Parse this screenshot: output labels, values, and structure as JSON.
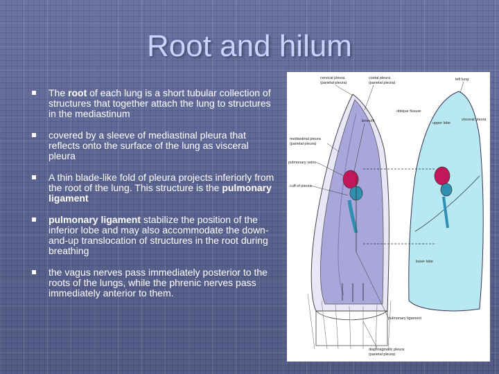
{
  "slide": {
    "title": "Root and hilum",
    "bullets": [
      {
        "pre": "The ",
        "bold": "root",
        "post": " of each lung is a short tubular collection of structures that together attach the lung to structures in the mediastinum"
      },
      {
        "pre": "covered by a sleeve of mediastinal pleura that reflects onto the surface of the lung as visceral pleura",
        "bold": "",
        "post": ""
      },
      {
        "pre": "A thin blade-like fold of pleura projects inferiorly from the root of the lung. This structure is the ",
        "bold": "pulmonary ligament",
        "post": ""
      },
      {
        "pre": "",
        "bold": "pulmonary ligament",
        "post": " stabilize the position of the inferior lobe and may also accommodate the down-and-up translocation of structures in the root during breathing"
      },
      {
        "pre": "the vagus nerves pass immediately posterior to the roots of the lungs, while the phrenic nerves pass immediately anterior to them.",
        "bold": "",
        "post": ""
      }
    ]
  },
  "figure": {
    "labels": {
      "cervical_pleura": "cervical pleura",
      "cervical_pleura_sub": "(parietal pleura)",
      "costal_pleura": "costal pleura",
      "costal_pleura_sub": "(parietal pleura)",
      "left_lung": "left lung",
      "bronchi": "bronchi",
      "oblique_fissure": "oblique fissure",
      "mediastinal_pleura": "mediastinal pleura",
      "mediastinal_pleura_sub": "(parietal pleura)",
      "upper_lobe": "upper lobe",
      "visceral_pleura": "visceral pleura",
      "pulmonary_veins": "pulmonary veins",
      "cuff_of_pleura": "cuff of pleura",
      "lower_lobe": "lower lobe",
      "pulmonary_ligament": "pulmonary ligament",
      "diaphragmatic_pleura": "diaphragmatic pleura",
      "diaphragmatic_pleura_sub": "(parietal pleura)"
    }
  },
  "colors": {
    "background": "#5f6895",
    "title": "#c9d3ff",
    "text": "#ffffff",
    "pleura": "#a9a6dc",
    "lung": "#b8e8f2",
    "vessel_red": "#c2185b",
    "vessel_blue": "#2f8fb0"
  }
}
